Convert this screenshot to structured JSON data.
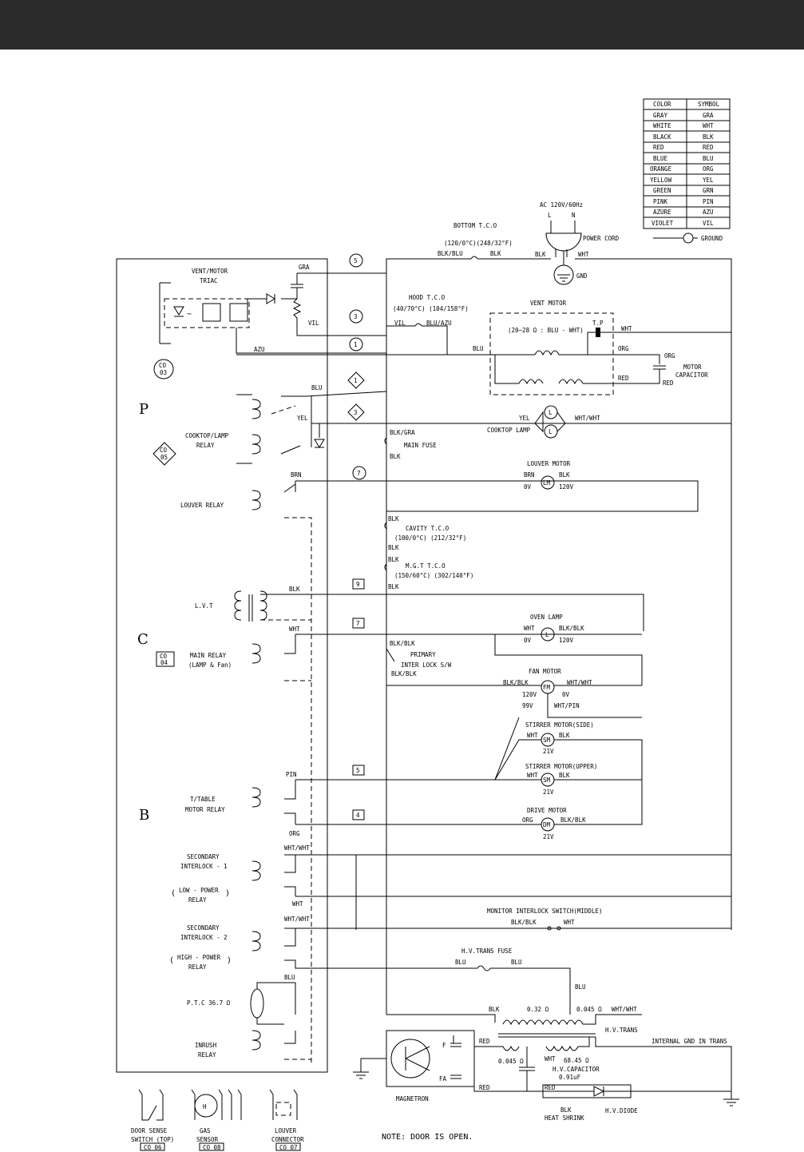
{
  "legend": {
    "headers": {
      "color": "COLOR",
      "symbol": "SYMBOL"
    },
    "rows": [
      {
        "color": "GRAY",
        "symbol": "GRA"
      },
      {
        "color": "WHITE",
        "symbol": "WHT"
      },
      {
        "color": "BLACK",
        "symbol": "BLK"
      },
      {
        "color": "RED",
        "symbol": "RED"
      },
      {
        "color": "BLUE",
        "symbol": "BLU"
      },
      {
        "color": "ORANGE",
        "symbol": "ORG"
      },
      {
        "color": "YELLOW",
        "symbol": "YEL"
      },
      {
        "color": "GREEN",
        "symbol": "GRN"
      },
      {
        "color": "PINK",
        "symbol": "PIN"
      },
      {
        "color": "AZURE",
        "symbol": "AZU"
      },
      {
        "color": "VIOLET",
        "symbol": "VIL"
      }
    ],
    "ground": "GROUND"
  },
  "power": {
    "title": "AC 120V/60Hz",
    "l": "L",
    "n": "N",
    "cord": "POWER CORD",
    "gnd": "GND",
    "blk": "BLK",
    "wht": "WHT"
  },
  "bottom_tco": {
    "title": "BOTTOM T.C.O",
    "spec": "(120/0°C)(248/32°F)",
    "left": "BLK/BLU",
    "right": "BLK"
  },
  "board": {
    "triac": {
      "title": "VENT/MOTOR",
      "sub": "TRIAC"
    },
    "co03": {
      "a": "CO",
      "b": "03"
    },
    "co05": {
      "a": "CO",
      "b": "05"
    },
    "co04": {
      "a": "CO",
      "b": "04"
    },
    "letters": {
      "p": "P",
      "c": "C",
      "b": "B"
    },
    "cooktop_relay": {
      "a": "COOKTOP/LAMP",
      "b": "RELAY"
    },
    "louver_relay": "LOUVER RELAY",
    "lvt": "L.V.T",
    "main_relay": {
      "a": "MAIN RELAY",
      "b": "(LAMP & Fan)"
    },
    "ttable_relay": {
      "a": "T/TABLE",
      "b": "MOTOR RELAY"
    },
    "sec1": {
      "a": "SECONDARY",
      "b": "INTERLOCK - 1",
      "c": "LOW - POWER",
      "d": "RELAY"
    },
    "sec2": {
      "a": "SECONDARY",
      "b": "INTERLOCK - 2",
      "c": "HIGH - POWER",
      "d": "RELAY"
    },
    "ptc": "P.T.C 36.7 Ω",
    "inrush": {
      "a": "INRUSH",
      "b": "RELAY"
    }
  },
  "wires": {
    "gra": "GRA",
    "vil": "VIL",
    "azu": "AZU",
    "blu": "BLU",
    "yel": "YEL",
    "brn": "BRN",
    "blk": "BLK",
    "wht": "WHT",
    "pin": "PIN",
    "org": "ORG",
    "whtwht": "WHT/WHT"
  },
  "connectors": {
    "c5": "5",
    "c3": "3",
    "c1": "1",
    "d1": "1",
    "d3": "3",
    "c7": "7",
    "s9": "9",
    "s7": "7",
    "s5": "5",
    "s4": "4"
  },
  "hood_tco": {
    "title": "HOOD T.C.O",
    "spec": "(40/70°C) (104/158°F)",
    "vil": "VIL",
    "bluazu": "BLU/AZU"
  },
  "vent_motor": {
    "title": "VENT MOTOR",
    "spec": "(20~28 Ω : BLU - WHT)",
    "tp": "T.P",
    "wht": "WHT",
    "org": "ORG",
    "red": "RED"
  },
  "motor_cap": {
    "a": "MOTOR",
    "b": "CAPACITOR",
    "org": "ORG",
    "red": "RED"
  },
  "cooktop_lamp": {
    "label": "COOKTOP LAMP",
    "yel": "YEL",
    "whtwht": "WHT/WHT"
  },
  "main_fuse": {
    "top": "BLK/GRA",
    "label": "MAIN FUSE",
    "bottom": "BLK"
  },
  "louver_motor": {
    "title": "LOUVER MOTOR",
    "brn": "BRN",
    "blk": "BLK",
    "ov": "0V",
    "v120": "120V"
  },
  "cavity_tco": {
    "top": "BLK",
    "title": "CAVITY T.C.O",
    "spec": "(100/0°C) (212/32°F)",
    "bottom": "BLK"
  },
  "mgt_tco": {
    "top": "BLK",
    "title": "M.G.T T.C.O",
    "spec": "(150/60°C) (302/140°F)",
    "bottom": "BLK"
  },
  "oven_lamp": {
    "title": "OVEN LAMP",
    "wht": "WHT",
    "blkblk": "BLK/BLK",
    "ov": "0V",
    "v120": "120V"
  },
  "primary": {
    "top": "BLK/BLK",
    "a": "PRIMARY",
    "b": "INTER LOCK S/W",
    "bottom": "BLK/BLK"
  },
  "fan_motor": {
    "title": "FAN MOTOR",
    "left": "BLK/BLK",
    "right": "WHT/WHT",
    "v120": "120V",
    "ov": "0V",
    "v99": "99V",
    "whtpin": "WHT/PIN"
  },
  "stirrer_side": {
    "title": "STIRRER MOTOR(SIDE)",
    "wht": "WHT",
    "blk": "BLK",
    "v": "21V"
  },
  "stirrer_upper": {
    "title": "STIRRER MOTOR(UPPER)",
    "wht": "WHT",
    "blk": "BLK",
    "v": "21V"
  },
  "drive_motor": {
    "title": "DRIVE MOTOR",
    "org": "ORG",
    "blkblk": "BLK/BLK",
    "v": "21V"
  },
  "monitor": {
    "title": "MONITOR INTERLOCK SWITCH(MIDDLE)",
    "left": "BLK/BLK",
    "right": "WHT"
  },
  "hv_fuse": {
    "title": "H.V.TRANS FUSE",
    "left": "BLU",
    "right": "BLU",
    "down": "BLU"
  },
  "hv_trans": {
    "blk": "BLK",
    "r1": "0.32 Ω",
    "r2": "0.045 Ω",
    "whtwht": "WHT/WHT",
    "label": "H.V.TRANS",
    "internal": "INTERNAL GND IN TRANS",
    "r3": "0.045 Ω",
    "r4": "68.45 Ω",
    "wht": "WHT",
    "red": "RED"
  },
  "magnetron": {
    "label": "MAGNETRON",
    "f": "F",
    "fa": "FA",
    "red1": "RED",
    "red2": "RED"
  },
  "hv_cap": {
    "a": "H.V.CAPACITOR",
    "b": "0.91uF"
  },
  "hv_diode": {
    "blk": "BLK",
    "shrink": "HEAT SHRINK",
    "label": "H.V.DIODE"
  },
  "bottom_parts": {
    "door": {
      "a": "DOOR SENSE",
      "b": "SWITCH (TOP)",
      "code": "CO 06"
    },
    "gas": {
      "a": "GAS",
      "b": "SENSOR",
      "code": "CO 08",
      "h": "H"
    },
    "louver": {
      "a": "LOUVER",
      "b": "CONNECTOR",
      "code": "CO 07"
    }
  },
  "note": "NOTE: DOOR IS OPEN."
}
